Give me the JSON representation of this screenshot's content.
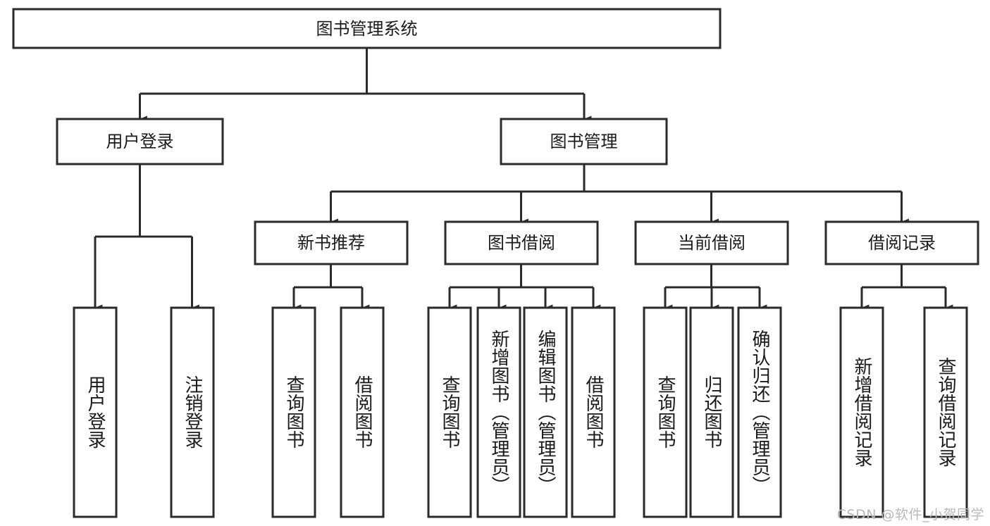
{
  "diagram": {
    "title": "图书管理系统",
    "type": "tree-hierarchy",
    "orientation": "top-down",
    "style": {
      "box_fill": "#ffffff",
      "box_stroke": "#2b2b2b",
      "connector_color": "#2b2b2b",
      "text_color": "#1a1a1a",
      "background": "#ffffff",
      "watermark_color": "#b9b9b9"
    },
    "root": {
      "label": "图书管理系统"
    },
    "level2": [
      {
        "label": "用户登录"
      },
      {
        "label": "图书管理"
      }
    ],
    "level3": [
      {
        "label": "新书推荐"
      },
      {
        "label": "图书借阅"
      },
      {
        "label": "当前借阅"
      },
      {
        "label": "借阅记录"
      }
    ],
    "leaves": {
      "user_login": [
        {
          "label": "用户登录"
        },
        {
          "label": "注销登录"
        }
      ],
      "new_book_recommend": [
        {
          "label": "查询图书"
        },
        {
          "label": "借阅图书"
        }
      ],
      "book_borrow": [
        {
          "label": "查询图书"
        },
        {
          "label": "新增图书（管理员）"
        },
        {
          "label": "编辑图书（管理员）"
        },
        {
          "label": "借阅图书"
        }
      ],
      "current_borrow": [
        {
          "label": "查询图书"
        },
        {
          "label": "归还图书"
        },
        {
          "label": "确认归还（管理员）"
        }
      ],
      "borrow_record": [
        {
          "label": "新增借阅记录"
        },
        {
          "label": "查询借阅记录"
        }
      ]
    },
    "watermark": "CSDN @软件_小贺同学"
  }
}
